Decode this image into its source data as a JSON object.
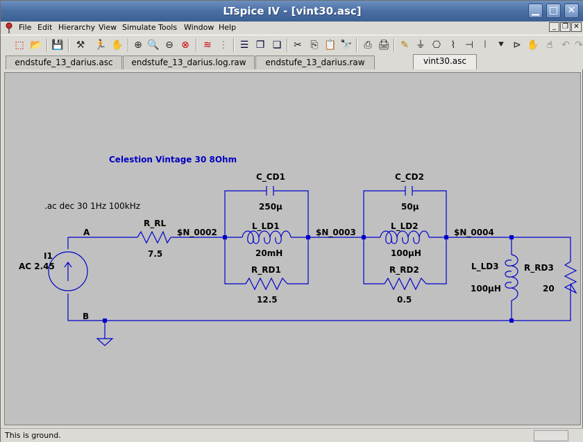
{
  "window": {
    "title": "LTspice IV - [vint30.asc]"
  },
  "menu": {
    "items": [
      {
        "label": "File"
      },
      {
        "label": "Edit"
      },
      {
        "label": "Hierarchy"
      },
      {
        "label": "View"
      },
      {
        "label": "Simulate"
      },
      {
        "label": "Tools"
      },
      {
        "label": "Window"
      },
      {
        "label": "Help"
      }
    ]
  },
  "tabs": [
    {
      "label": "endstufe_13_darius.asc"
    },
    {
      "label": "endstufe_13_darius.log.raw"
    },
    {
      "label": "endstufe_13_darius.raw"
    },
    {
      "label": "vint30.asc"
    }
  ],
  "schematic": {
    "comment": "Celestion Vintage 30  8Ohm",
    "directive": ".ac dec 30 1Hz 100kHz",
    "source": {
      "name": "I1",
      "value": "AC 2.45"
    },
    "nets": {
      "a": "A",
      "b": "B",
      "n2": "$N_0002",
      "n3": "$N_0003",
      "n4": "$N_0004"
    },
    "r_rl": {
      "name": "R_RL",
      "value": "7.5"
    },
    "c_cd1": {
      "name": "C_CD1",
      "value": "250µ"
    },
    "l_ld1": {
      "name": "L_LD1",
      "value": "20mH"
    },
    "r_rd1": {
      "name": "R_RD1",
      "value": "12.5"
    },
    "c_cd2": {
      "name": "C_CD2",
      "value": "50µ"
    },
    "l_ld2": {
      "name": "L_LD2",
      "value": "100µH"
    },
    "r_rd2": {
      "name": "R_RD2",
      "value": "0.5"
    },
    "l_ld3": {
      "name": "L_LD3",
      "value": "100µH"
    },
    "r_rd3": {
      "name": "R_RD3",
      "value": "20"
    }
  },
  "status": {
    "text": "This is ground."
  },
  "colors": {
    "wire": "#0000cc",
    "background": "#c0c0c0",
    "comment": "#0000c0"
  }
}
